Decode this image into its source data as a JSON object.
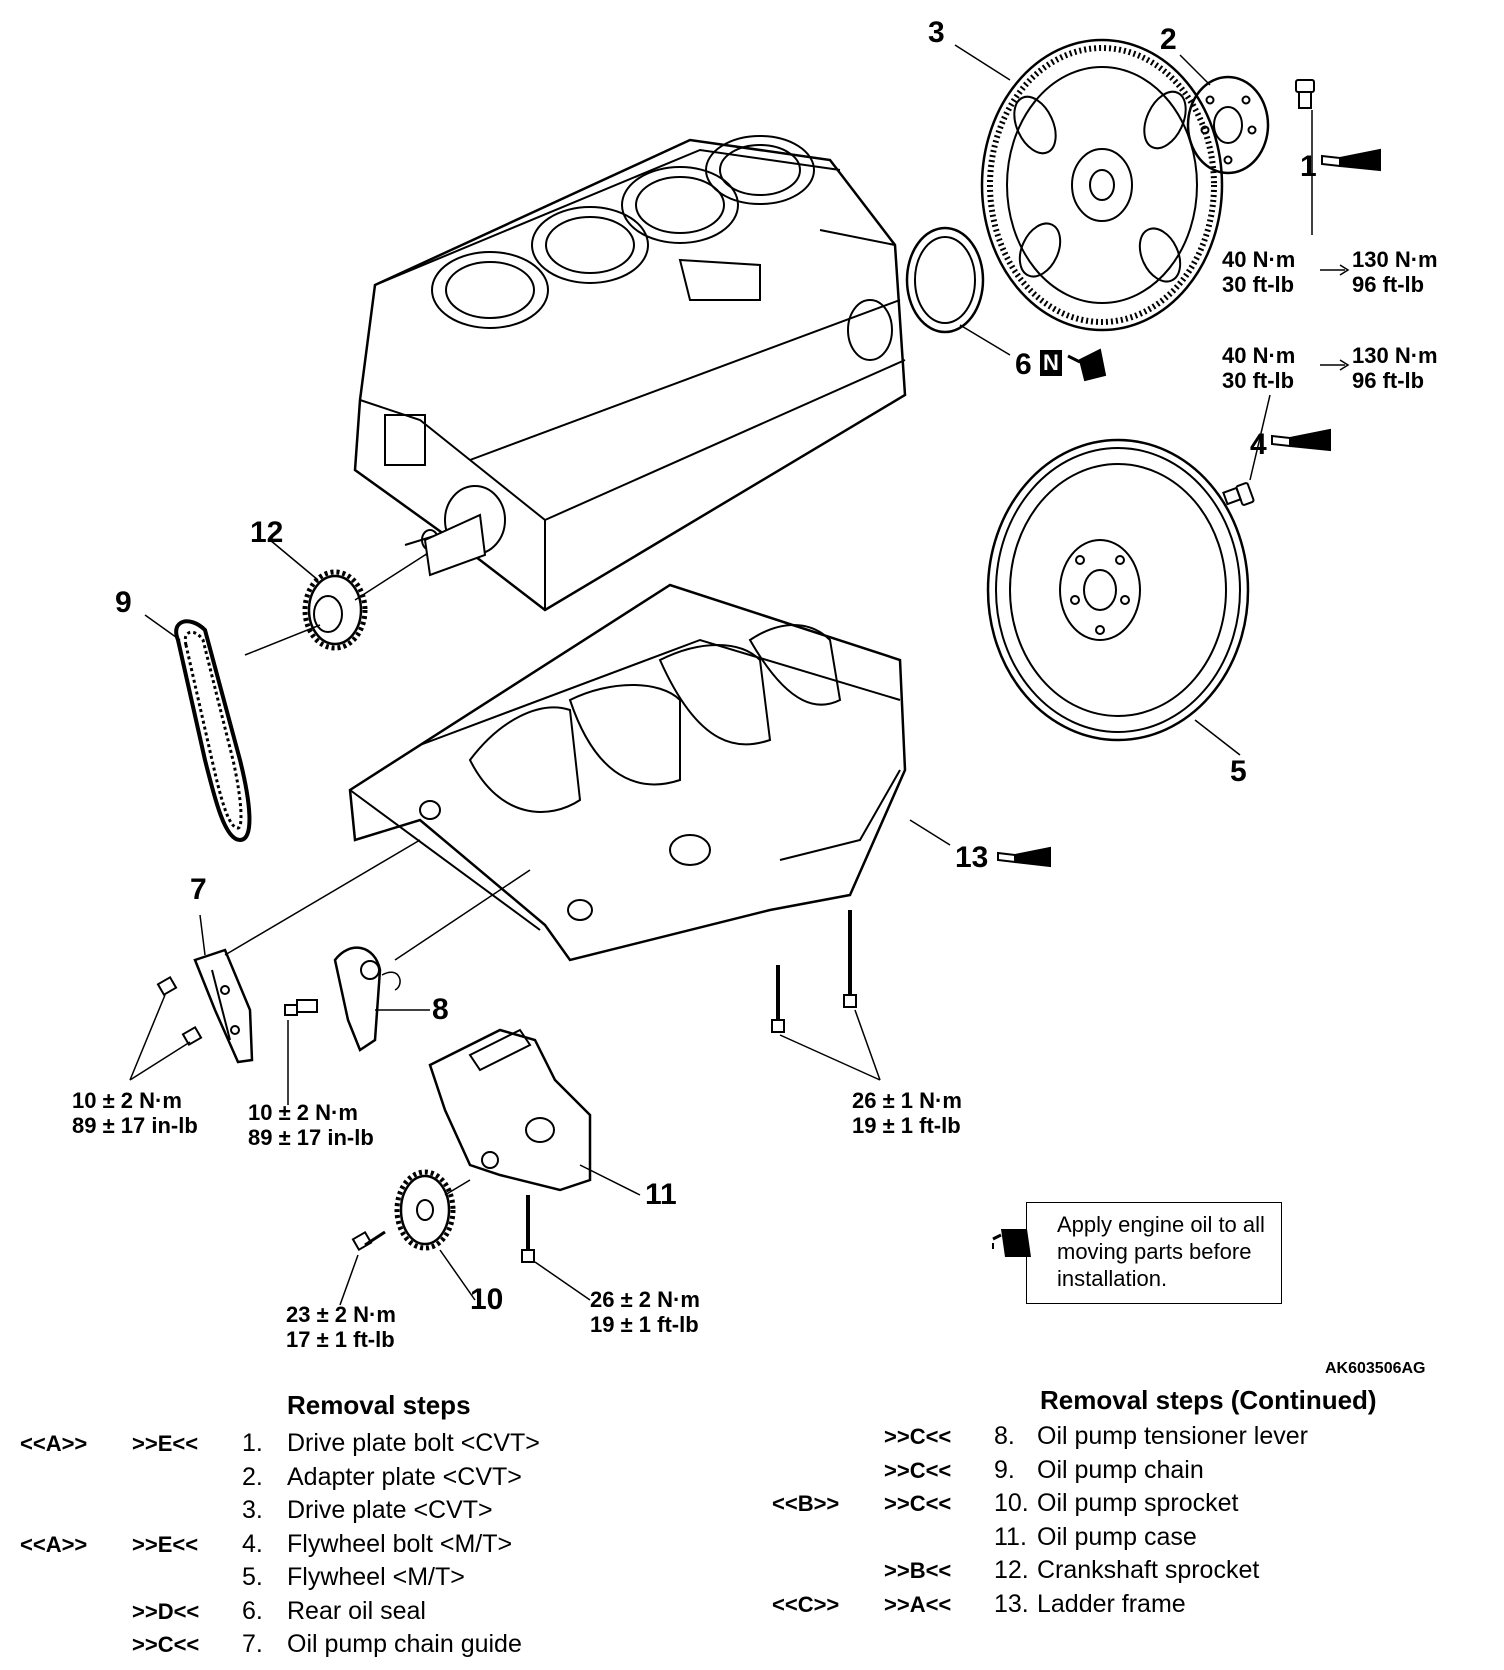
{
  "callouts": {
    "n1": "1",
    "n2": "2",
    "n3": "3",
    "n4": "4",
    "n5": "5",
    "n6": "6",
    "n7": "7",
    "n8": "8",
    "n9": "9",
    "n10": "10",
    "n11": "11",
    "n12": "12",
    "n13": "13"
  },
  "marker_n": "N",
  "torque": {
    "t1a": "40 N·m",
    "t1b": "30 ft-lb",
    "t1c": "130 N·m",
    "t1d": "96 ft-lb",
    "t4a": "40 N·m",
    "t4b": "30 ft-lb",
    "t4c": "130 N·m",
    "t4d": "96 ft-lb",
    "t7a": "10 ± 2 N·m",
    "t7b": "89 ± 17 in-lb",
    "t8a": "10 ± 2 N·m",
    "t8b": "89 ± 17 in-lb",
    "t13a": "26 ± 1 N·m",
    "t13b": "19 ± 1 ft-lb",
    "t10a": "23 ± 2 N·m",
    "t10b": "17 ± 1 ft-lb",
    "t11a": "26 ± 2 N·m",
    "t11b": "19 ± 1 ft-lb"
  },
  "legend": {
    "text": "Apply engine oil to all moving parts before installation."
  },
  "figure_id": "AK603506AG",
  "removal": {
    "title": "Removal steps",
    "title_cont": "Removal steps (Continued)",
    "left": [
      {
        "a": "<<A>>",
        "b": ">>E<<",
        "n": "1.",
        "t": "Drive plate bolt <CVT>"
      },
      {
        "a": "",
        "b": "",
        "n": "2.",
        "t": "Adapter plate <CVT>"
      },
      {
        "a": "",
        "b": "",
        "n": "3.",
        "t": "Drive plate <CVT>"
      },
      {
        "a": "<<A>>",
        "b": ">>E<<",
        "n": "4.",
        "t": "Flywheel bolt <M/T>"
      },
      {
        "a": "",
        "b": "",
        "n": "5.",
        "t": "Flywheel <M/T>"
      },
      {
        "a": "",
        "b": ">>D<<",
        "n": "6.",
        "t": "Rear oil seal"
      },
      {
        "a": "",
        "b": ">>C<<",
        "n": "7.",
        "t": "Oil pump chain guide"
      }
    ],
    "right": [
      {
        "a": "",
        "b": ">>C<<",
        "n": "8.",
        "t": "Oil pump tensioner lever"
      },
      {
        "a": "",
        "b": ">>C<<",
        "n": "9.",
        "t": "Oil pump chain"
      },
      {
        "a": "<<B>>",
        "b": ">>C<<",
        "n": "10.",
        "t": "Oil pump sprocket"
      },
      {
        "a": "",
        "b": "",
        "n": "11.",
        "t": "Oil pump case"
      },
      {
        "a": "",
        "b": ">>B<<",
        "n": "12.",
        "t": "Crankshaft sprocket"
      },
      {
        "a": "<<C>>",
        "b": ">>A<<",
        "n": "13.",
        "t": "Ladder frame"
      }
    ]
  }
}
